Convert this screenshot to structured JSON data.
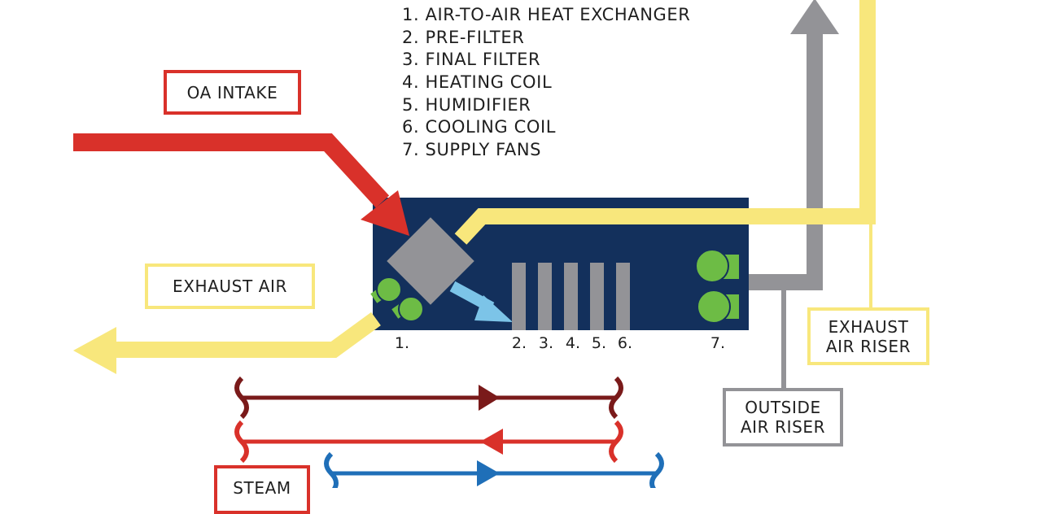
{
  "legend": [
    "1. AIR-TO-AIR HEAT EXCHANGER",
    "2. PRE-FILTER",
    "3. FINAL FILTER",
    "4. HEATING COIL",
    "5. HUMIDIFIER",
    "6. COOLING COIL",
    "7. SUPPLY FANS"
  ],
  "labels": {
    "oa_intake": "OA INTAKE",
    "exhaust_air": "EXHAUST AIR",
    "exhaust_air_riser": "EXHAUST\nAIR RISER",
    "outside_air_riser": "OUTSIDE\nAIR RISER",
    "steam": "STEAM"
  },
  "component_labels": [
    "1.",
    "2.",
    "3.",
    "4.",
    "5.",
    "6.",
    "7."
  ],
  "colors": {
    "outside_air": "#d9312a",
    "exhaust_air": "#f8e77c",
    "riser_gray": "#939397",
    "unit_navy": "#13305c",
    "supply_air_blue": "#7cc4e8",
    "fan_green": "#6dbc45",
    "pipe_dark_red": "#7a1a1a",
    "pipe_red": "#d9312a",
    "pipe_blue": "#1f6fb8"
  }
}
